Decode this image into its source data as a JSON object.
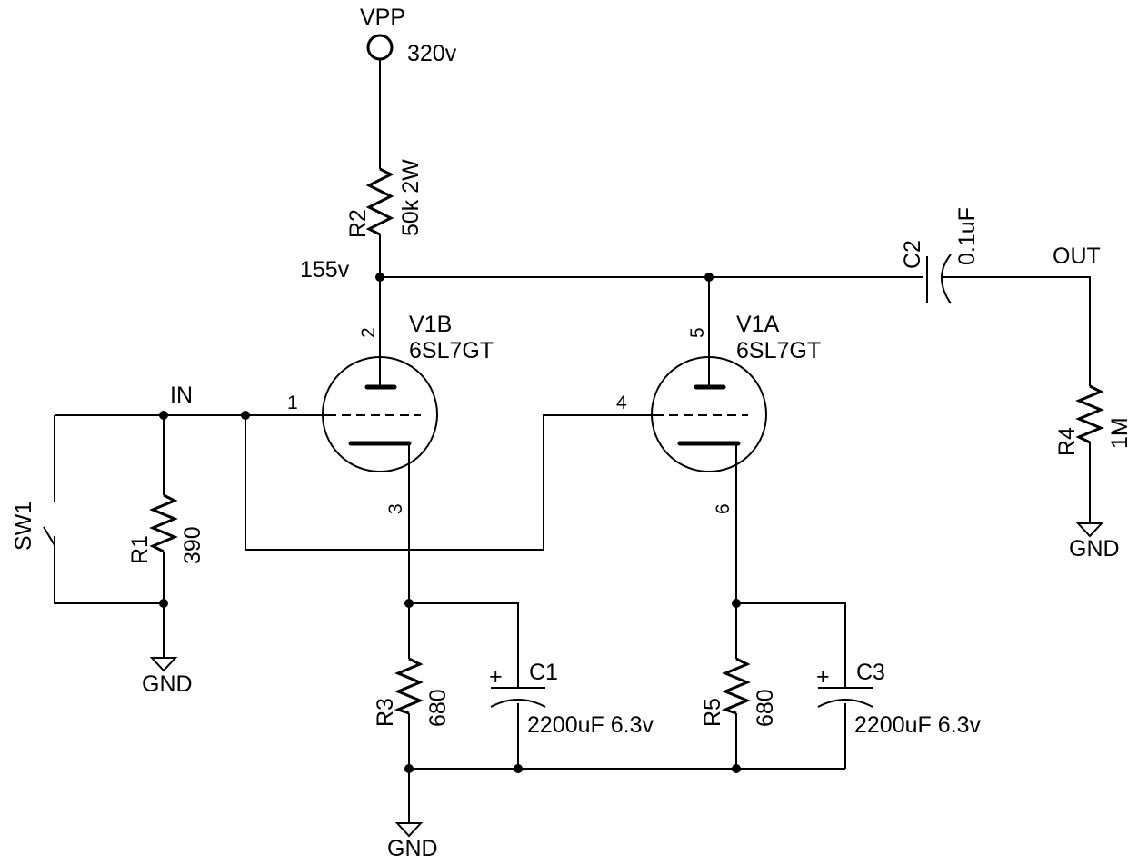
{
  "supply": {
    "name": "VPP",
    "voltage": "320v"
  },
  "node_voltage": "155v",
  "r1": {
    "ref": "R1",
    "value": "390"
  },
  "r2": {
    "ref": "R2",
    "value": "50k 2W"
  },
  "r3": {
    "ref": "R3",
    "value": "680"
  },
  "r4": {
    "ref": "R4",
    "value": "1M"
  },
  "r5": {
    "ref": "R5",
    "value": "680"
  },
  "c1": {
    "ref": "C1",
    "value": "2200uF 6.3v",
    "polarity": "+"
  },
  "c2": {
    "ref": "C2",
    "value": "0.1uF"
  },
  "c3": {
    "ref": "C3",
    "value": "2200uF 6.3v",
    "polarity": "+"
  },
  "v1b": {
    "ref": "V1B",
    "part": "6SL7GT",
    "pins": {
      "plate": "2",
      "grid": "1",
      "cathode": "3"
    }
  },
  "v1a": {
    "ref": "V1A",
    "part": "6SL7GT",
    "pins": {
      "plate": "5",
      "grid": "4",
      "cathode": "6"
    }
  },
  "sw1": {
    "ref": "SW1"
  },
  "ports": {
    "in": "IN",
    "out": "OUT"
  },
  "ground_label": "GND"
}
